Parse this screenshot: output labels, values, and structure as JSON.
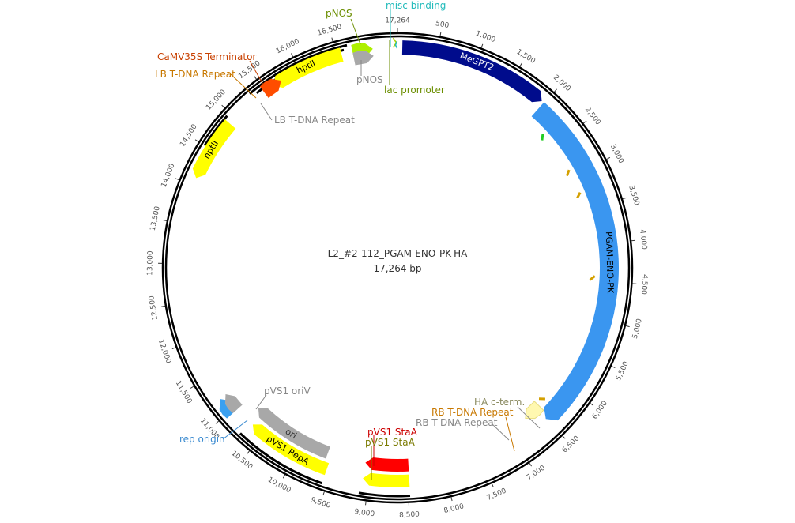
{
  "map": {
    "name": "L2_#2-112_PGAM-ENO-PK-HA",
    "length_label": "17,264 bp",
    "total_bp": 17264,
    "origin_label": "17,264"
  },
  "ticks": [
    "500",
    "1,000",
    "1,500",
    "2,000",
    "2,500",
    "3,000",
    "3,500",
    "4,000",
    "4,500",
    "5,000",
    "5,500",
    "6,000",
    "6,500",
    "7,000",
    "7,500",
    "8,000",
    "8,500",
    "9,000",
    "9,500",
    "10,000",
    "10,500",
    "11,000",
    "11,500",
    "12,000",
    "12,500",
    "13,000",
    "13,500",
    "14,000",
    "14,500",
    "15,000",
    "15,500",
    "16,000",
    "16,500"
  ],
  "arc_features": [
    {
      "name": "MeGPT2",
      "start": 60,
      "end": 1960,
      "dir": 1,
      "lane": 0,
      "color": "#000c8c",
      "text_color": "#ffffff"
    },
    {
      "name": "PGAM-ENO-PK",
      "start": 1990,
      "end": 6500,
      "dir": 1,
      "lane": 1,
      "color": "#3a96f0",
      "text_color": "#000000"
    },
    {
      "name": "hptII",
      "start": 15620,
      "end": 16560,
      "dir": -1,
      "lane": 0,
      "color": "#ffff00",
      "text_color": "#000000"
    },
    {
      "name": "nptII",
      "start": 14100,
      "end": 14900,
      "dir": -1,
      "lane": 0,
      "color": "#ffff00",
      "text_color": "#000000"
    },
    {
      "name": "pVS1 RepA",
      "start": 9560,
      "end": 10680,
      "dir": 1,
      "lane": 2,
      "color": "#ffff00",
      "text_color": "#000000"
    },
    {
      "name": "ori",
      "start": 9620,
      "end": 10780,
      "dir": 1,
      "lane": 3,
      "color": "#a8a8a8",
      "text_color": "#333333"
    },
    {
      "name": "pVS1 StaA",
      "start": 8480,
      "end": 9080,
      "dir": 1,
      "lane": 2,
      "color": "#ffff00",
      "text_color": "#000000",
      "hide_text": true
    },
    {
      "name": "pVS1 StaA",
      "start": 8480,
      "end": 9080,
      "dir": 1,
      "lane": 3,
      "color": "#ff0000",
      "text_color": "#000000",
      "hide_text": true
    }
  ],
  "small_features": [
    {
      "name": "CaMV35S Terminator",
      "start": 15480,
      "end": 15640,
      "lane": 0,
      "color": "#ff4d00"
    },
    {
      "name": "pNOS",
      "start": 16700,
      "end": 16860,
      "lane": 0,
      "color": "#aef000"
    },
    {
      "name": "pNOS",
      "start": 16700,
      "end": 16860,
      "lane": 2,
      "color": "#a8a8a8"
    },
    {
      "name": "HA c-term.",
      "start": 6440,
      "end": 6600,
      "lane": 3,
      "color": "#fff8b0"
    },
    {
      "name": "rep origin",
      "start": 10960,
      "end": 11100,
      "lane": 0,
      "color": "#3aa0f0"
    },
    {
      "name": "pVS1 oriV",
      "start": 10960,
      "end": 11110,
      "lane": 2,
      "color": "#a8a8a8"
    }
  ],
  "marks": [
    {
      "bp": 2300,
      "color": "#22cc22"
    },
    {
      "bp": 2920,
      "color": "#d4a000"
    },
    {
      "bp": 3270,
      "color": "#d4a000"
    },
    {
      "bp": 4460,
      "color": "#d4a000"
    },
    {
      "bp": 6340,
      "color": "#d4a000"
    }
  ],
  "hit_lines": [
    {
      "start": 8480,
      "end": 9100
    },
    {
      "start": 9560,
      "end": 10720
    },
    {
      "start": 15330,
      "end": 16650
    },
    {
      "start": 15400,
      "end": 16600
    },
    {
      "start": 14500,
      "end": 14950
    }
  ],
  "labels": {
    "misc_binding": "misc binding",
    "pnos_top": "pNOS",
    "pnos_gray": "pNOS",
    "lac_promoter": "lac promoter",
    "camv35s": "CaMV35S Terminator",
    "lb_orange": "LB T-DNA Repeat",
    "lb_gray": "LB T-DNA Repeat",
    "ha_cterm": "HA c-term.",
    "rb_orange": "RB T-DNA Repeat",
    "rb_gray": "RB T-DNA Repeat",
    "stra_red": "pVS1 StaA",
    "stra_olive": "pVS1 StaA",
    "oriv": "pVS1 oriV",
    "rep_origin": "rep origin"
  }
}
